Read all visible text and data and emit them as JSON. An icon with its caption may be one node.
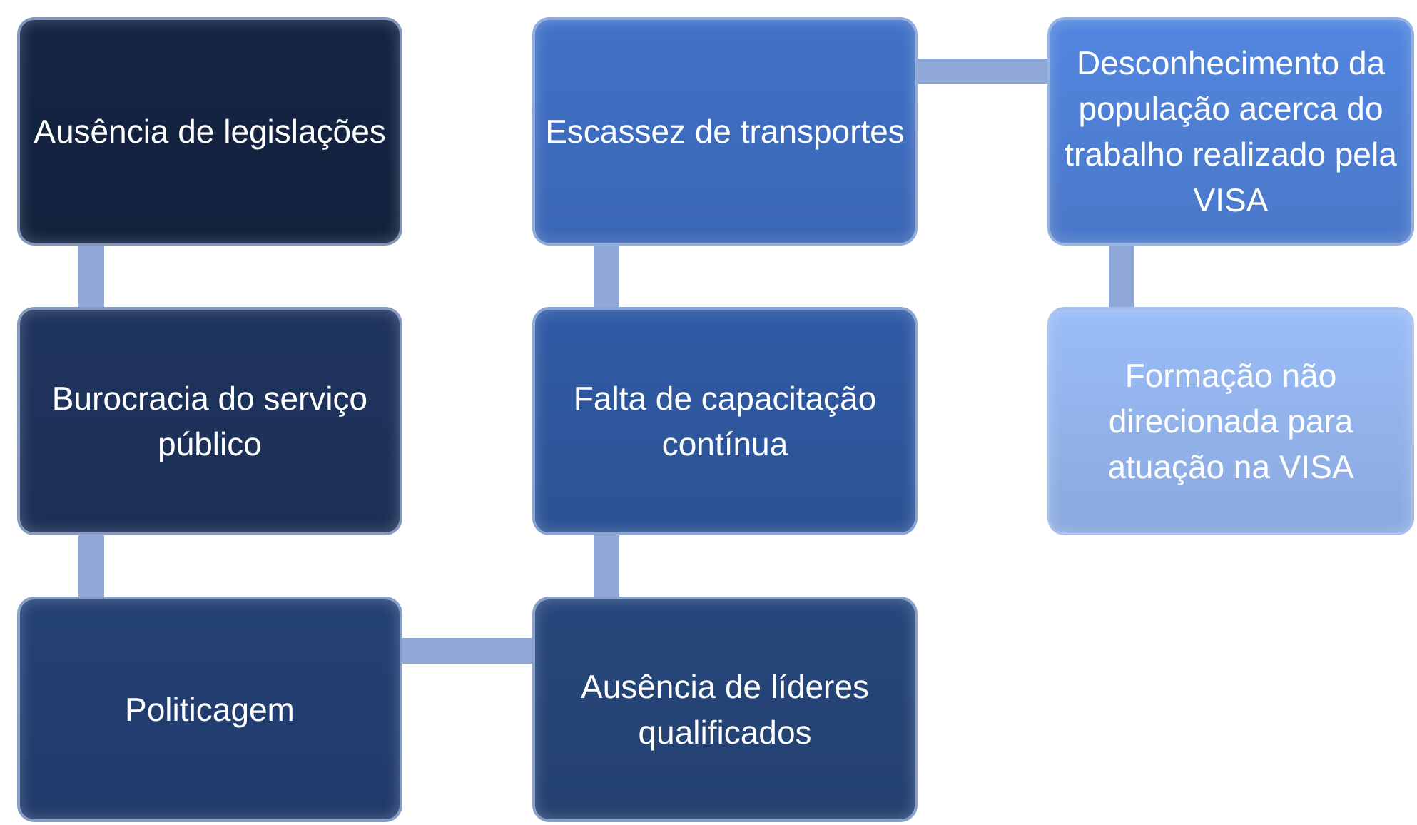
{
  "diagram": {
    "nodes": [
      {
        "text": [
          "Ausência de legislações"
        ]
      },
      {
        "text": [
          "Burocracia do serviço público"
        ]
      },
      {
        "text": [
          "Politicagem"
        ]
      },
      {
        "text": [
          "Ausência de líderes qualificados"
        ]
      },
      {
        "text": [
          "Falta de capacitação contínua"
        ]
      },
      {
        "text": [
          "Escassez de transportes"
        ]
      },
      {
        "text": [
          "Desconhecimento da população acerca do trabalho realizado pela VISA"
        ]
      },
      {
        "text": [
          "Formação não direcionada para atuação na VISA"
        ]
      }
    ],
    "edges": [
      {
        "from": 0,
        "to": 1,
        "arrow": "none"
      },
      {
        "from": 1,
        "to": 2,
        "arrow": "none"
      },
      {
        "from": 2,
        "to": 3,
        "arrow": "none"
      },
      {
        "from": 3,
        "to": 4,
        "arrow": "none"
      },
      {
        "from": 4,
        "to": 5,
        "arrow": "none"
      },
      {
        "from": 5,
        "to": 6,
        "arrow": "none"
      },
      {
        "from": 6,
        "to": 7,
        "arrow": "none"
      }
    ]
  }
}
